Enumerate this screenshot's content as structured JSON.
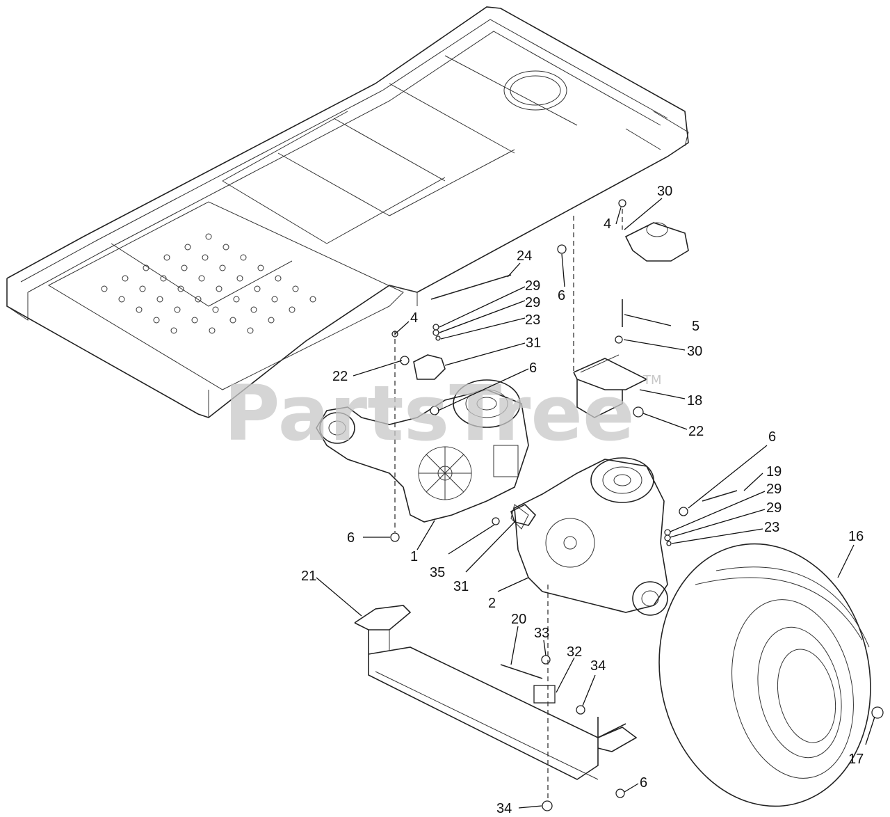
{
  "watermark": {
    "text": "PartsTree",
    "trademark": "TM"
  },
  "callouts": [
    {
      "id": "label-30-top",
      "text": "30"
    },
    {
      "id": "label-4-top",
      "text": "4"
    },
    {
      "id": "label-24",
      "text": "24"
    },
    {
      "id": "label-6-upper",
      "text": "6"
    },
    {
      "id": "label-29-a",
      "text": "29"
    },
    {
      "id": "label-29-b",
      "text": "29"
    },
    {
      "id": "label-23-left",
      "text": "23"
    },
    {
      "id": "label-4-left",
      "text": "4"
    },
    {
      "id": "label-5",
      "text": "5"
    },
    {
      "id": "label-30-mid",
      "text": "30"
    },
    {
      "id": "label-31-top",
      "text": "31"
    },
    {
      "id": "label-22-left",
      "text": "22"
    },
    {
      "id": "label-6-mid",
      "text": "6"
    },
    {
      "id": "label-18",
      "text": "18"
    },
    {
      "id": "label-22-right",
      "text": "22"
    },
    {
      "id": "label-6-right",
      "text": "6"
    },
    {
      "id": "label-19",
      "text": "19"
    },
    {
      "id": "label-29-c",
      "text": "29"
    },
    {
      "id": "label-29-d",
      "text": "29"
    },
    {
      "id": "label-23-right",
      "text": "23"
    },
    {
      "id": "label-16",
      "text": "16"
    },
    {
      "id": "label-6-left",
      "text": "6"
    },
    {
      "id": "label-1",
      "text": "1"
    },
    {
      "id": "label-35",
      "text": "35"
    },
    {
      "id": "label-31-bottom",
      "text": "31"
    },
    {
      "id": "label-2",
      "text": "2"
    },
    {
      "id": "label-21",
      "text": "21"
    },
    {
      "id": "label-20",
      "text": "20"
    },
    {
      "id": "label-33",
      "text": "33"
    },
    {
      "id": "label-32",
      "text": "32"
    },
    {
      "id": "label-34-right",
      "text": "34"
    },
    {
      "id": "label-17",
      "text": "17"
    },
    {
      "id": "label-34-bottom",
      "text": "34"
    },
    {
      "id": "label-6-bottom",
      "text": "6"
    }
  ]
}
